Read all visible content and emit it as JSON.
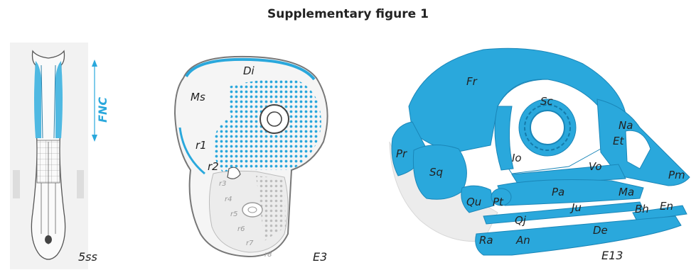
{
  "title": "Supplementary figure 1",
  "colors": {
    "accent": "#2aa8dc",
    "accent_dark": "#1a86b8",
    "outline": "#555555",
    "grey": "#cfcfcf",
    "dot": "#2aa8dc"
  },
  "panel_5ss": {
    "stage": "5ss",
    "arrow_label": "FNC"
  },
  "panel_e3": {
    "stage": "E3",
    "labels": [
      "Di",
      "Ms",
      "r1",
      "r2",
      "r3",
      "r4",
      "r5",
      "r6",
      "r7",
      "r8"
    ]
  },
  "panel_e13": {
    "stage": "E13",
    "labels": [
      "Fr",
      "Sc",
      "Na",
      "Et",
      "Pr",
      "Io",
      "Vo",
      "Pm",
      "Sq",
      "Pa",
      "Ma",
      "Qu",
      "Pt",
      "Ju",
      "Bh",
      "En",
      "Qj",
      "Ra",
      "An",
      "De"
    ]
  }
}
